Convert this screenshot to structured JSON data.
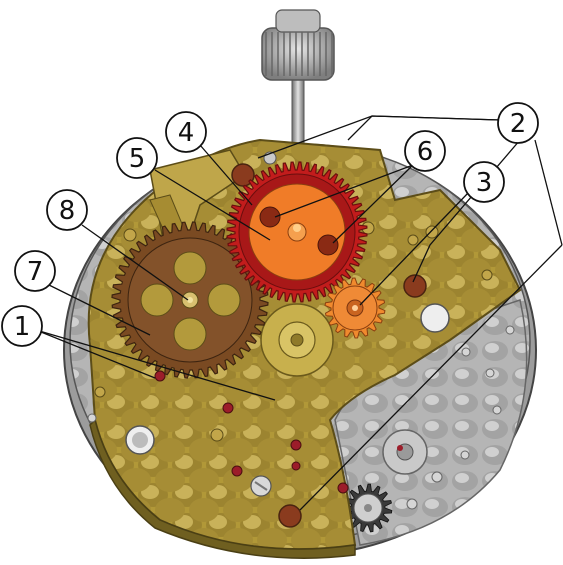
{
  "callouts": [
    {
      "id": "1",
      "label": "1"
    },
    {
      "id": "2",
      "label": "2"
    },
    {
      "id": "3",
      "label": "3"
    },
    {
      "id": "4",
      "label": "4"
    },
    {
      "id": "5",
      "label": "5"
    },
    {
      "id": "6",
      "label": "6"
    },
    {
      "id": "7",
      "label": "7"
    },
    {
      "id": "8",
      "label": "8"
    }
  ],
  "colors": {
    "plate_gold": "#b39a3c",
    "plate_gold_dark": "#7d6a22",
    "plate_silver": "#b9b9b9",
    "gear_brown": "#7a4a22",
    "gear_orange": "#f07c28",
    "gear_red": "#c21c1c",
    "gear_light_orange": "#f08a2e",
    "jewel_red": "#9c1d2a",
    "crown_gray": "#9a9a9a"
  }
}
